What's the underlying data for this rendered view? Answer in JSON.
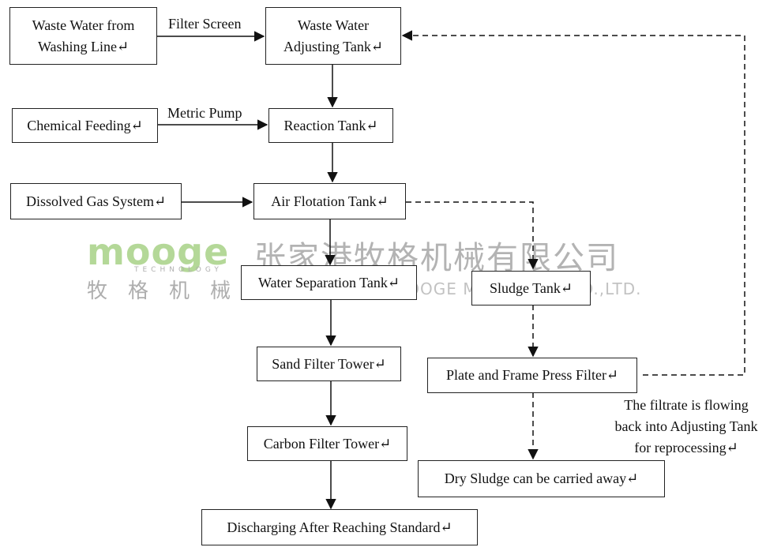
{
  "boxes": {
    "waste_water_from_washing_line": {
      "line1": "Waste Water from",
      "line2": "Washing Line↵"
    },
    "waste_water_adjusting_tank": {
      "line1": "Waste Water",
      "line2": "Adjusting Tank↵"
    },
    "chemical_feeding": "Chemical Feeding↵",
    "reaction_tank": "Reaction Tank↵",
    "dissolved_gas_system": "Dissolved Gas System↵",
    "air_flotation_tank": "Air Flotation Tank↵",
    "water_separation_tank": "Water Separation Tank↵",
    "sludge_tank": "Sludge Tank↵",
    "sand_filter_tower": "Sand Filter Tower↵",
    "plate_and_frame_press_filter": "Plate and Frame Press Filter↵",
    "carbon_filter_tower": "Carbon Filter Tower↵",
    "dry_sludge": "Dry Sludge can be carried away↵",
    "discharging": "Discharging After Reaching Standard↵"
  },
  "edge_labels": {
    "filter_screen": "Filter Screen",
    "metric_pump": "Metric Pump"
  },
  "note": {
    "line1": "The filtrate is flowing",
    "line2": "back into Adjusting Tank",
    "line3": "for reprocessing↵"
  },
  "watermark": {
    "logo": "mooge",
    "logo_sub": "TECHNOLOGY",
    "logo_cn": "牧格机械",
    "company_cn": "张家港牧格机械有限公司",
    "company_en": "ZHANGJIAGANG MOOGE MACHINERY CO.,LTD."
  }
}
